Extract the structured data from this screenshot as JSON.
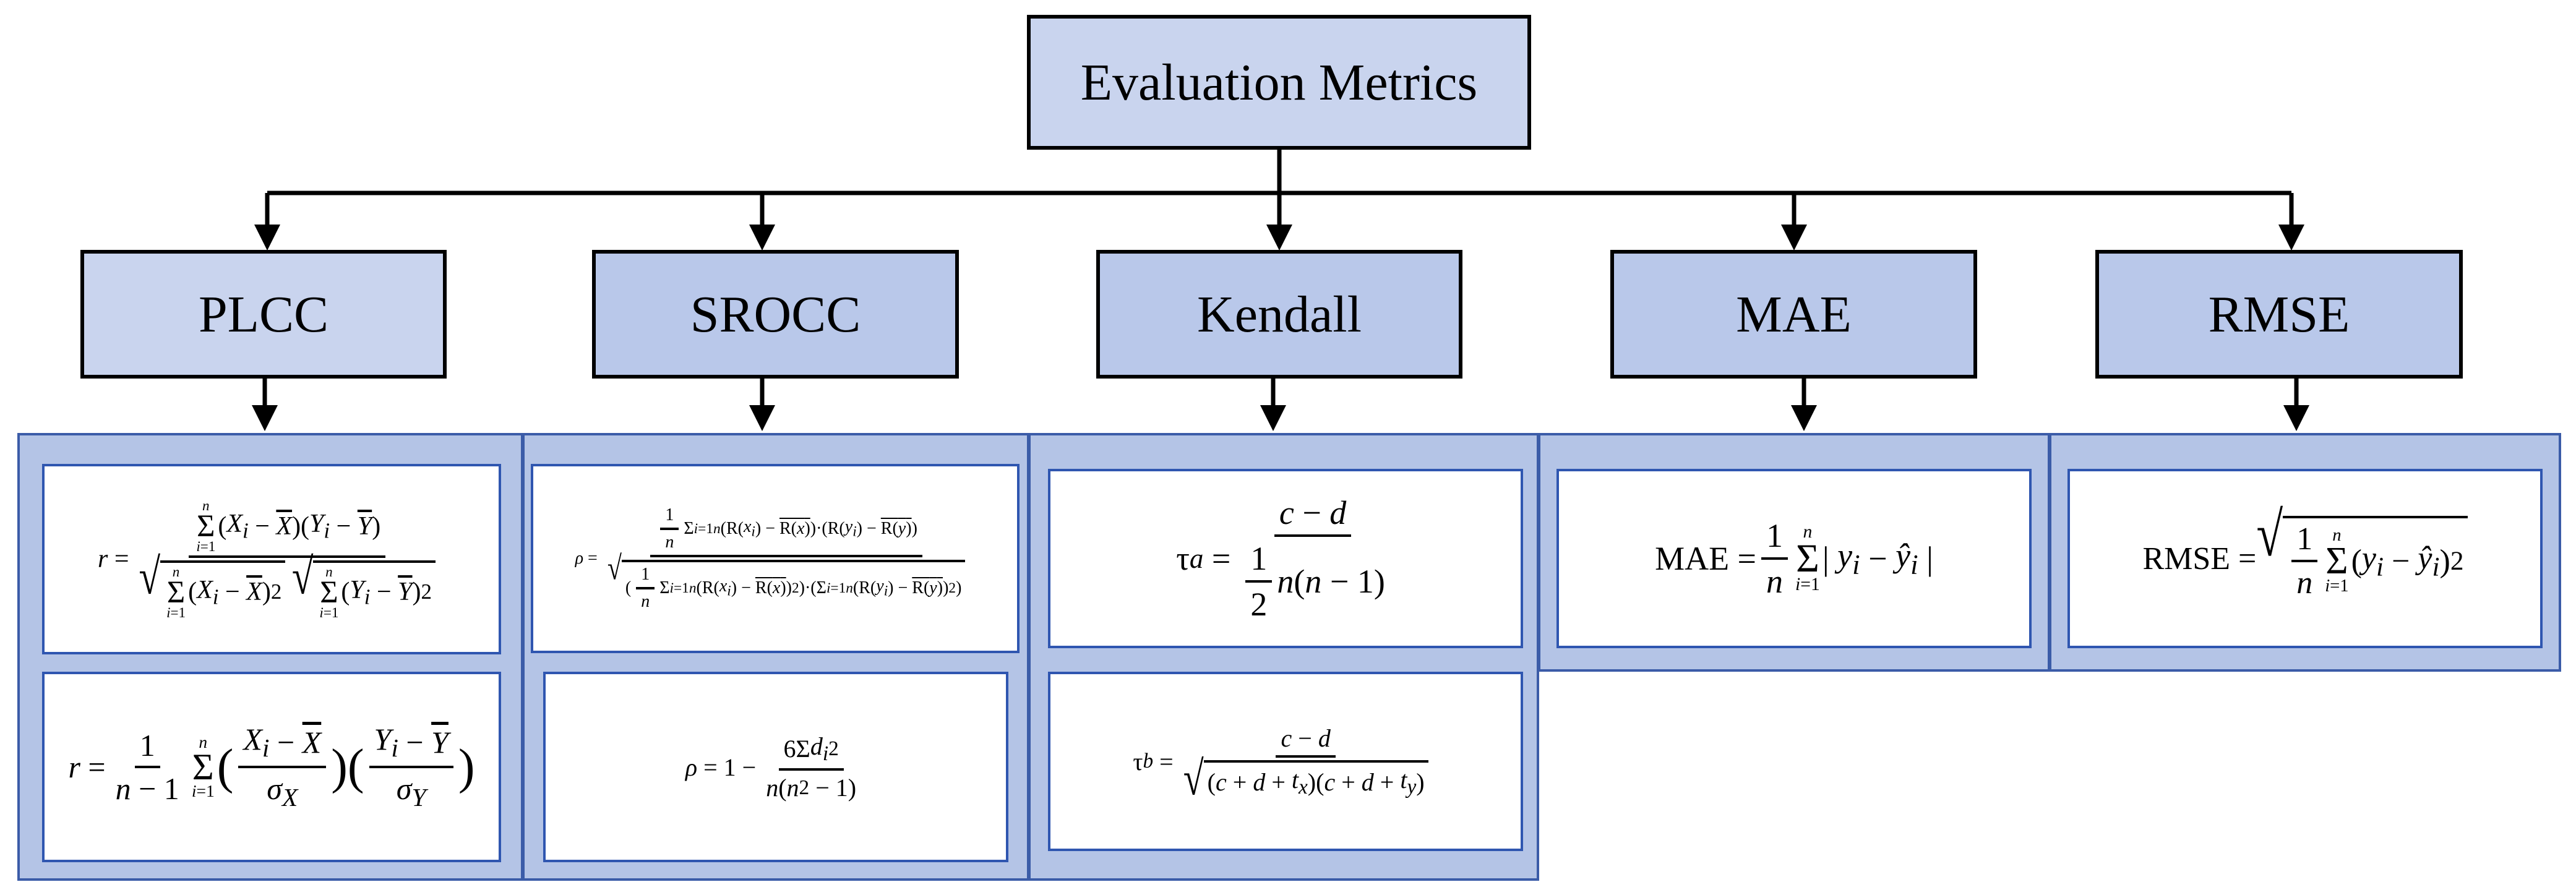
{
  "root": {
    "label": "Evaluation Metrics"
  },
  "metrics": [
    {
      "label": "PLCC",
      "formulas": [
        "r = Σ_{i=1}^{n}(X_i − X̄)(Y_i − Ȳ) / ( √(Σ_{i=1}^{n}(X_i − X̄)^2) √(Σ_{i=1}^{n}(Y_i − Ȳ)^2) )",
        "r = 1/(n−1) Σ_{i=1}^{n} ((X_i − X̄)/σ_X) ((Y_i − Ȳ)/σ_Y)"
      ]
    },
    {
      "label": "SROCC",
      "formulas": [
        "ρ = (1/n) Σ_{i=1}^{n}(R(x_i) − R̄(x))·(R(y_i) − R̄(y)) / √( ((1/n) Σ_{i=1}^{n}(R(x_i) − R̄(x))^2) · (Σ_{i=1}^{n}(R(y_i) − R̄(y))^2) )",
        "ρ = 1 − 6Σd_i^2 / (n(n^2 − 1))"
      ]
    },
    {
      "label": "Kendall",
      "formulas": [
        "τ_a = (c − d) / ((1/2) n(n − 1))",
        "τ_b = (c − d) / √((c + d + t_x)(c + d + t_y))"
      ]
    },
    {
      "label": "MAE",
      "formulas": [
        "MAE = (1/n) Σ_{i=1}^{n} | y_i − ŷ_i |"
      ]
    },
    {
      "label": "RMSE",
      "formulas": [
        "RMSE = √( (1/n) Σ_{i=1}^{n} (y_i − ŷ_i)^2 )"
      ]
    }
  ],
  "colors": {
    "box_fill": "#c9d4ee",
    "panel_fill": "#b4c4e6",
    "panel_border": "#3b5ca8",
    "formula_border": "#2f56b0"
  }
}
